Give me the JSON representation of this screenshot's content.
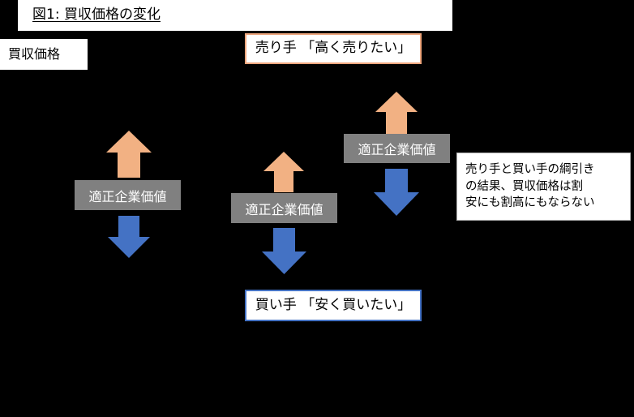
{
  "figure": {
    "title": "図1: 買収価格の変化",
    "axis_label": "買収価格",
    "background_color": "#000000",
    "orange_color": "#F2B183",
    "blue_color": "#4472C4",
    "gray_color": "#808080"
  },
  "boxes": {
    "seller": {
      "label": "売り手 「高く売りたい」",
      "border_color": "#EDA57C"
    },
    "buyer": {
      "label": "買い手 「安く買いたい」",
      "border_color": "#4472C4"
    },
    "note": {
      "label": "売り手と買い手の綱引き\nの結果、買収価格は割\n安にも割高にもならない",
      "border_color": "#AEAEAE"
    }
  },
  "columns": [
    {
      "id": "column-1",
      "bar_label": "適正企業価値",
      "up_arrow": "up-arrow-orange",
      "down_arrow": "down-arrow-blue"
    },
    {
      "id": "column-2",
      "bar_label": "適正企業価値",
      "up_arrow": "up-arrow-orange",
      "down_arrow": "down-arrow-blue"
    },
    {
      "id": "column-3",
      "bar_label": "適正企業価値",
      "up_arrow": "up-arrow-orange",
      "down_arrow": "down-arrow-blue"
    }
  ]
}
